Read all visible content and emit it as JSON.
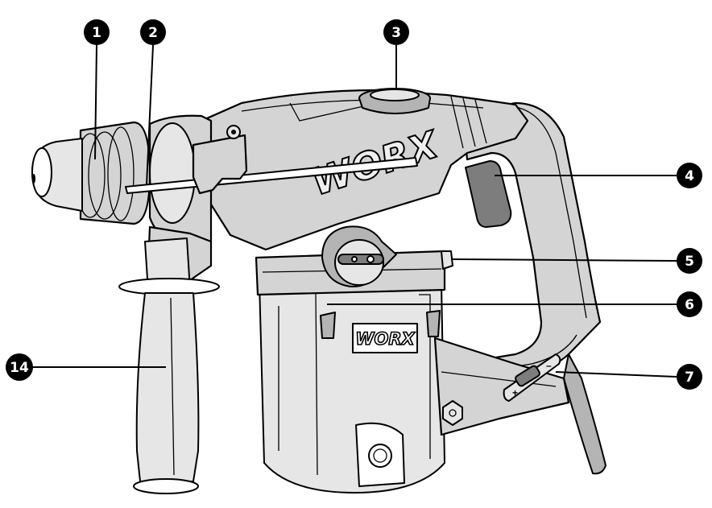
{
  "diagram": {
    "callouts": [
      {
        "id": "1",
        "label": "1"
      },
      {
        "id": "2",
        "label": "2"
      },
      {
        "id": "3",
        "label": "3"
      },
      {
        "id": "4",
        "label": "4"
      },
      {
        "id": "5",
        "label": "5"
      },
      {
        "id": "6",
        "label": "6"
      },
      {
        "id": "7",
        "label": "7"
      },
      {
        "id": "14",
        "label": "14"
      }
    ],
    "brand_top": "WORX",
    "brand_plate": "WORX",
    "switch_plus": "+",
    "switch_minus": "–"
  }
}
